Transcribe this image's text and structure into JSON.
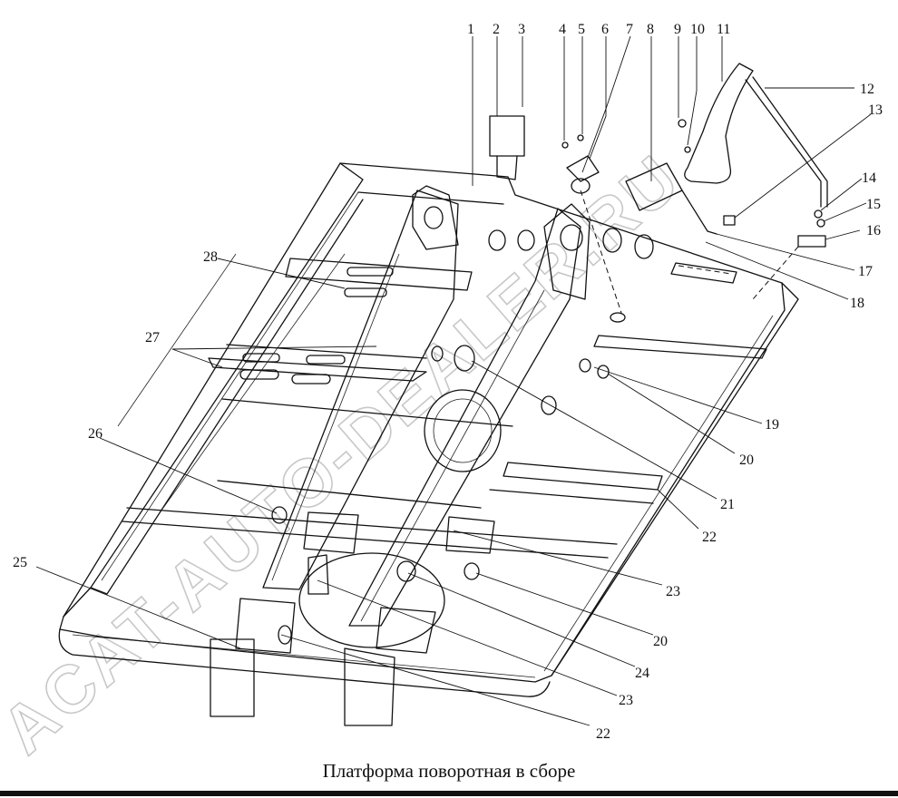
{
  "caption": "Платформа поворотная в сборе",
  "watermark": "ACAT-AUTO-DEALER.RU",
  "callouts": [
    "1",
    "2",
    "3",
    "4",
    "5",
    "6",
    "7",
    "8",
    "9",
    "10",
    "11",
    "12",
    "13",
    "14",
    "15",
    "16",
    "17",
    "18",
    "19",
    "20",
    "21",
    "22",
    "23",
    "24",
    "25",
    "26",
    "27",
    "28"
  ],
  "repeat_callouts": [
    "20",
    "22",
    "23"
  ]
}
